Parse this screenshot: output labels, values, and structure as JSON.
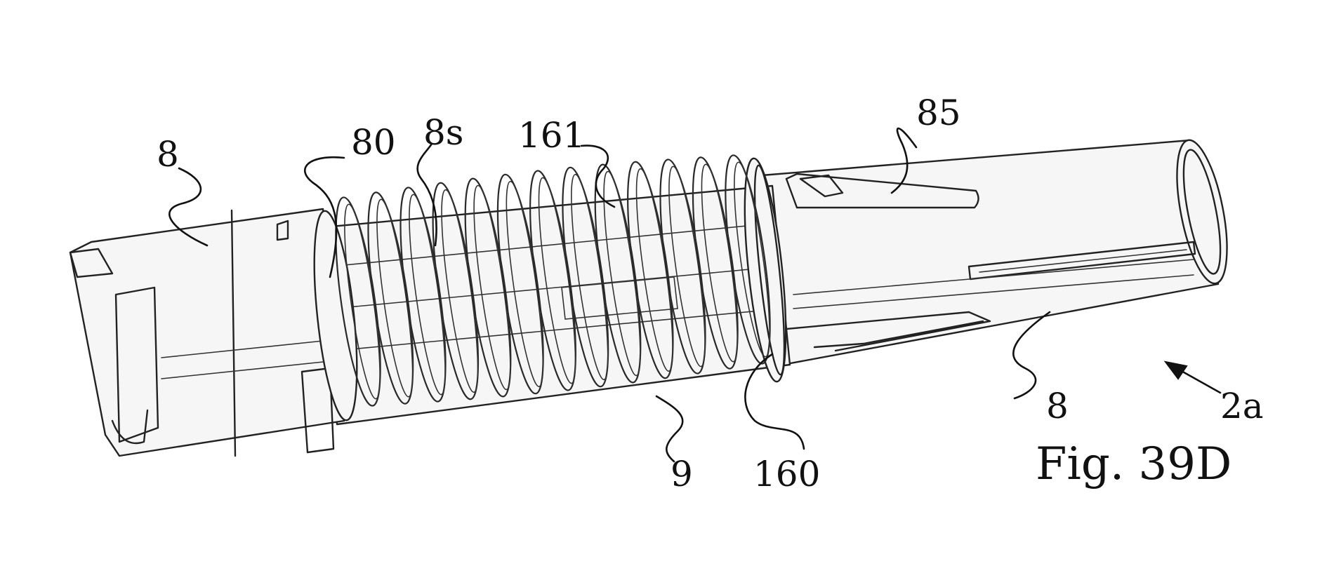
{
  "figure": {
    "title": "Fig. 39D",
    "labels": {
      "ref_8_left": "8",
      "ref_80": "80",
      "ref_8s": "8s",
      "ref_161": "161",
      "ref_85": "85",
      "ref_8_right": "8",
      "ref_2a": "2a",
      "ref_9": "9",
      "ref_160": "160"
    }
  }
}
